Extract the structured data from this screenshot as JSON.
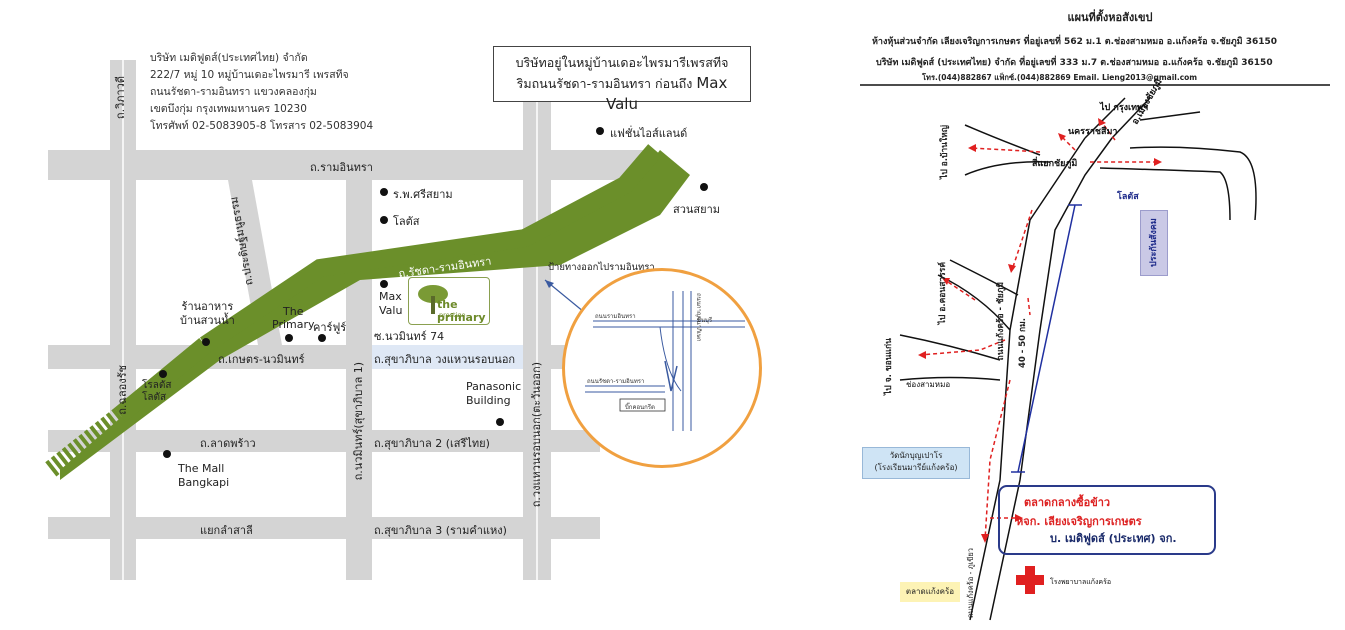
{
  "left_map": {
    "address_lines": [
      "บริษัท เมดิฟูดส์(ประเทศไทย) จำกัด",
      "222/7 หมู่ 10 หมู่บ้านเดอะไพรมารี เพรสทีจ",
      "ถนนรัชดา-รามอินทรา แขวงคลองกุ่ม",
      "เขตบึงกุ่ม กรุงเทพมหานคร 10230",
      "โทรศัพท์ 02-5083905-8 โทรสาร 02-5083904"
    ],
    "note": {
      "line1": "บริษัทอยู่ในหมู่บ้านเดอะไพรมารีเพรสทีจ",
      "line2": "ริมถนนรัชดา-รามอินทรา ก่อนถึง",
      "line2_big": "Max Valu"
    },
    "roads": {
      "ram_inthra": "ถ.รามอินทรา",
      "ratchada_ram": "ถ.รัชดา-รามอินทรา",
      "kaset_nawamin": "ถ.เกษตร-นวมินทร์",
      "lat_phrao": "ถ.ลาดพร้าว",
      "yaek_lamsali": "แยกลำสาลี",
      "sukhaphiban_ring": "ถ.สุขาภิบาล วงแหวนรอบนอก",
      "sukhaphiban_2": "ถ.สุขาภิบาล 2 (เสรีไทย)",
      "sukhaphiban_3": "ถ.สุขาภิบาล 3 (รามคำแหง)",
      "soi_nawamin_74": "ซ.นวมินทร์ 74",
      "vibhavadi": "ถ.วิภาวดี",
      "pradit_manutham": "ถ.ประดิษฐ์มนูธรรม",
      "nawamin_v": "ถ.นวมินทร์(สุขาภิบาล 1)",
      "outer_ring": "ถ.วงแหวนรอบนอก(ตะวันออก)",
      "chalong_rat": "ถ.ฉลองรัช"
    },
    "places": {
      "fashion_island": "แฟชั่นไอส์แลนด์",
      "siam_park": "สวนสยาม",
      "hospital": "ร.พ.ศรีสยาม",
      "lotus": "โลตัส",
      "max_valu": "Max\nValu",
      "restaurant": "ร้านอาหาร\nบ้านสวนน้ำ",
      "the_primary": "The\nPrimary",
      "carfour": "คาร์ฟูร์",
      "lotus_2": "โรลตัส\nโลตัส",
      "panasonic": "Panasonic\nBuilding",
      "the_mall": "The Mall\nBangkapi",
      "shortcut_sign": "ป้ายทางออกไปรามอินทรา"
    },
    "logo": {
      "text": "the primary",
      "sub": "prestige"
    },
    "inset": {
      "road_1": "ถนนรามอินทรา",
      "road_2": "ถนนรัชดา-รามอินทรา",
      "road_3": "ถนนกาญจนาภิเษก",
      "road_4": "มีนบุรี",
      "place": "บิ๊กคอนกรีต"
    },
    "colors": {
      "road_gray": "#d4d4d4",
      "green_road": "#6b8f2a",
      "circle_orange": "#f0a040"
    }
  },
  "right_map": {
    "title": "แผนที่ตั้งหอสังเขป",
    "line1": "ห้างหุ้นส่วนจำกัด เลียงเจริญการเกษตร ที่อยู่เลขที่ 562 ม.1 ต.ช่องสามหมอ อ.แก้งคร้อ จ.ชัยภูมิ 36150",
    "line2": "บริษัท เมดิฟูดส์ (ประเทศไทย) จำกัด ที่อยู่เลขที่ 333 ม.7 ต.ช่องสามหมอ อ.แก้งคร้อ จ.ชัยภูมิ 36150",
    "contact": "โทร.(044)882867 แฟ็กซ์.(044)882869 Email. Lieng2013@gmail.com",
    "labels": {
      "to_bangkok": "ไป กรุงเทพฯ",
      "nakhon_ratchasima": "นครราชสีมา",
      "to_ban_yai": "ไป อ.บ้านใหญ่",
      "sriyaek_chaiyaphum": "สี่แยกชัยภูมิ",
      "to_chaiyaphum": "อ.เมืองชัยภูมิ",
      "lotus": "โลตัส",
      "insurance": "ประกันสังคม",
      "to_khonsawan": "ไป อ.คอนสวรรค์",
      "road_kaengkhro_chaiyaphum": "ถนนแก้งคร้อ - ชัยภูมิ",
      "distance": "40 - 50 กม.",
      "to_khon_kaen": "ไป จ. ขอนแก่น",
      "chong_sam_mo": "ช่องสามหมอ",
      "temple": "วัดนักบุญเปาโร\n(โรงเรียนมารีย์แก้งคร้อ)",
      "market": "ตลาดแก้งคร้อ",
      "road_kaengkhro_chumphae": "ถนนแก้งคร้อ - ภูเขียว",
      "hospital": "โรงพยาบาลแก้งคร้อ"
    },
    "info_box": {
      "line1": "ตลาดกลางซื้อข้าว",
      "line2": "หจก. เลียงเจริญการเกษตร",
      "line3": "บ. เมดิฟูดส์ (ประเทศ) จก."
    },
    "colors": {
      "arrow_red": "#e02020",
      "road_blue": "#2030a0",
      "box_border": "#2a3a8a"
    }
  }
}
